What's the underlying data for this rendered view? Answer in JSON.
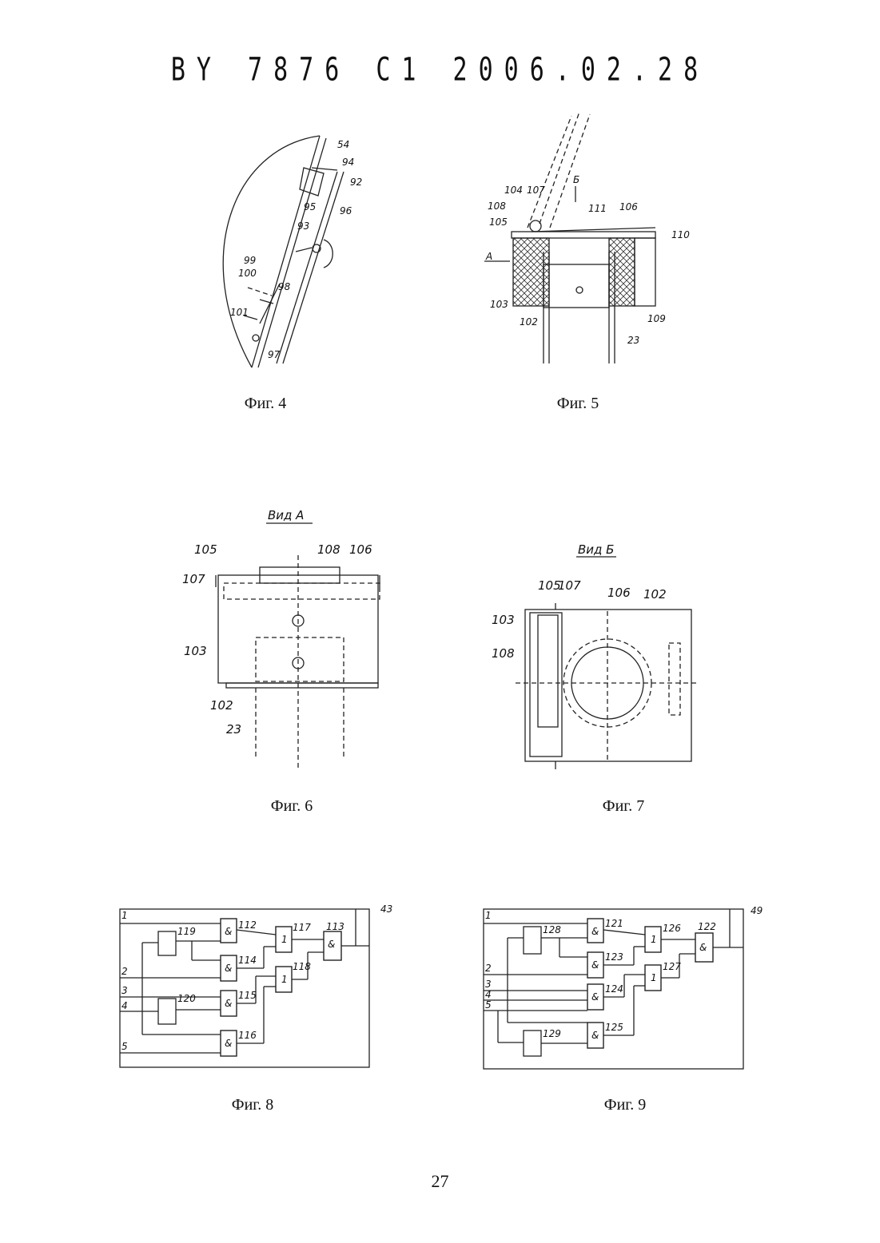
{
  "header": "BY 7876 C1 2006.02.28",
  "page_number": "27",
  "figures": {
    "fig4": {
      "caption": "Фиг. 4",
      "labels": [
        "54",
        "94",
        "92",
        "95",
        "96",
        "93",
        "99",
        "100",
        "98",
        "101",
        "97"
      ]
    },
    "fig5": {
      "caption": "Фиг. 5",
      "labels": [
        "104",
        "107",
        "108",
        "105",
        "Б",
        "111",
        "106",
        "110",
        "А",
        "103",
        "102",
        "109",
        "23"
      ]
    },
    "fig6": {
      "caption": "Фиг. 6",
      "title": "Вид А",
      "labels": [
        "105",
        "108",
        "106",
        "107",
        "103",
        "102",
        "23"
      ]
    },
    "fig7": {
      "caption": "Фиг. 7",
      "title": "Вид Б",
      "labels": [
        "105",
        "107",
        "106",
        "102",
        "103",
        "108"
      ]
    },
    "fig8": {
      "caption": "Фиг. 8",
      "labels": [
        "43",
        "1",
        "2",
        "3",
        "4",
        "5",
        "112",
        "119",
        "117",
        "113",
        "114",
        "118",
        "120",
        "115",
        "116"
      ],
      "gate_and": "&",
      "gate_or": "1"
    },
    "fig9": {
      "caption": "Фиг. 9",
      "labels": [
        "49",
        "1",
        "2",
        "3",
        "4",
        "5",
        "121",
        "128",
        "126",
        "122",
        "123",
        "127",
        "124",
        "125",
        "129"
      ],
      "gate_and": "&",
      "gate_or": "1"
    }
  }
}
